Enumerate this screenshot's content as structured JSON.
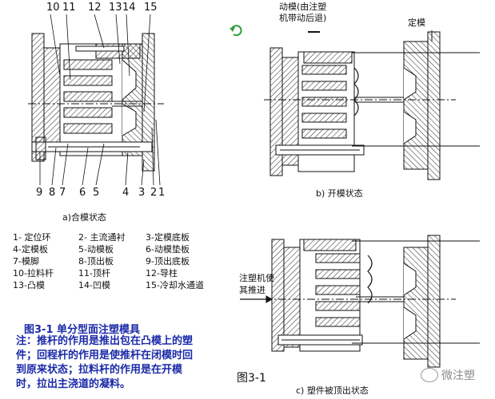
{
  "top_numbers": [
    "10",
    "11",
    "12",
    "13",
    "14",
    "15"
  ],
  "bottom_numbers": [
    "9",
    "8",
    "7",
    "6",
    "5",
    "4",
    "3",
    "2",
    "1"
  ],
  "captions": {
    "a": "a)合模状态",
    "b": "b) 开模状态",
    "c": "c) 塑件被顶出状态"
  },
  "annotations": {
    "moving_mold_line1": "动模(由注塑",
    "moving_mold_line2": "机带动后退)",
    "fixed_mold": "定模",
    "injection_line1": "注塑机使",
    "injection_line2": "其推进"
  },
  "legend": [
    [
      "1- 定位环",
      "2- 主流通衬",
      "3-定模底板"
    ],
    [
      "4-定模板",
      "5-动模板",
      "6-动模垫板"
    ],
    [
      "7-模脚",
      "8-顶出板",
      "9-顶出底板"
    ],
    [
      "10-拉料杆",
      "11-顶杆",
      "12-导柱"
    ],
    [
      "13-凸模",
      "14-凹模",
      "15-冷却水通道"
    ]
  ],
  "figure_title": "图3-1      单分型面注塑模具",
  "note_lines": [
    "注：推杆的作用是推出包在凸模上的塑",
    "件；回程杆的作用是使推杆在闭模时回",
    "到原来状态；拉料杆的作用是在开模",
    "时，拉出主浇道的凝料。"
  ],
  "figure_label": "图3-1",
  "watermark": "微注塑",
  "colors": {
    "note_text": "#1a2aa8",
    "line": "#111111",
    "hatch": "#333333",
    "watermark": "#8a8a8a"
  }
}
